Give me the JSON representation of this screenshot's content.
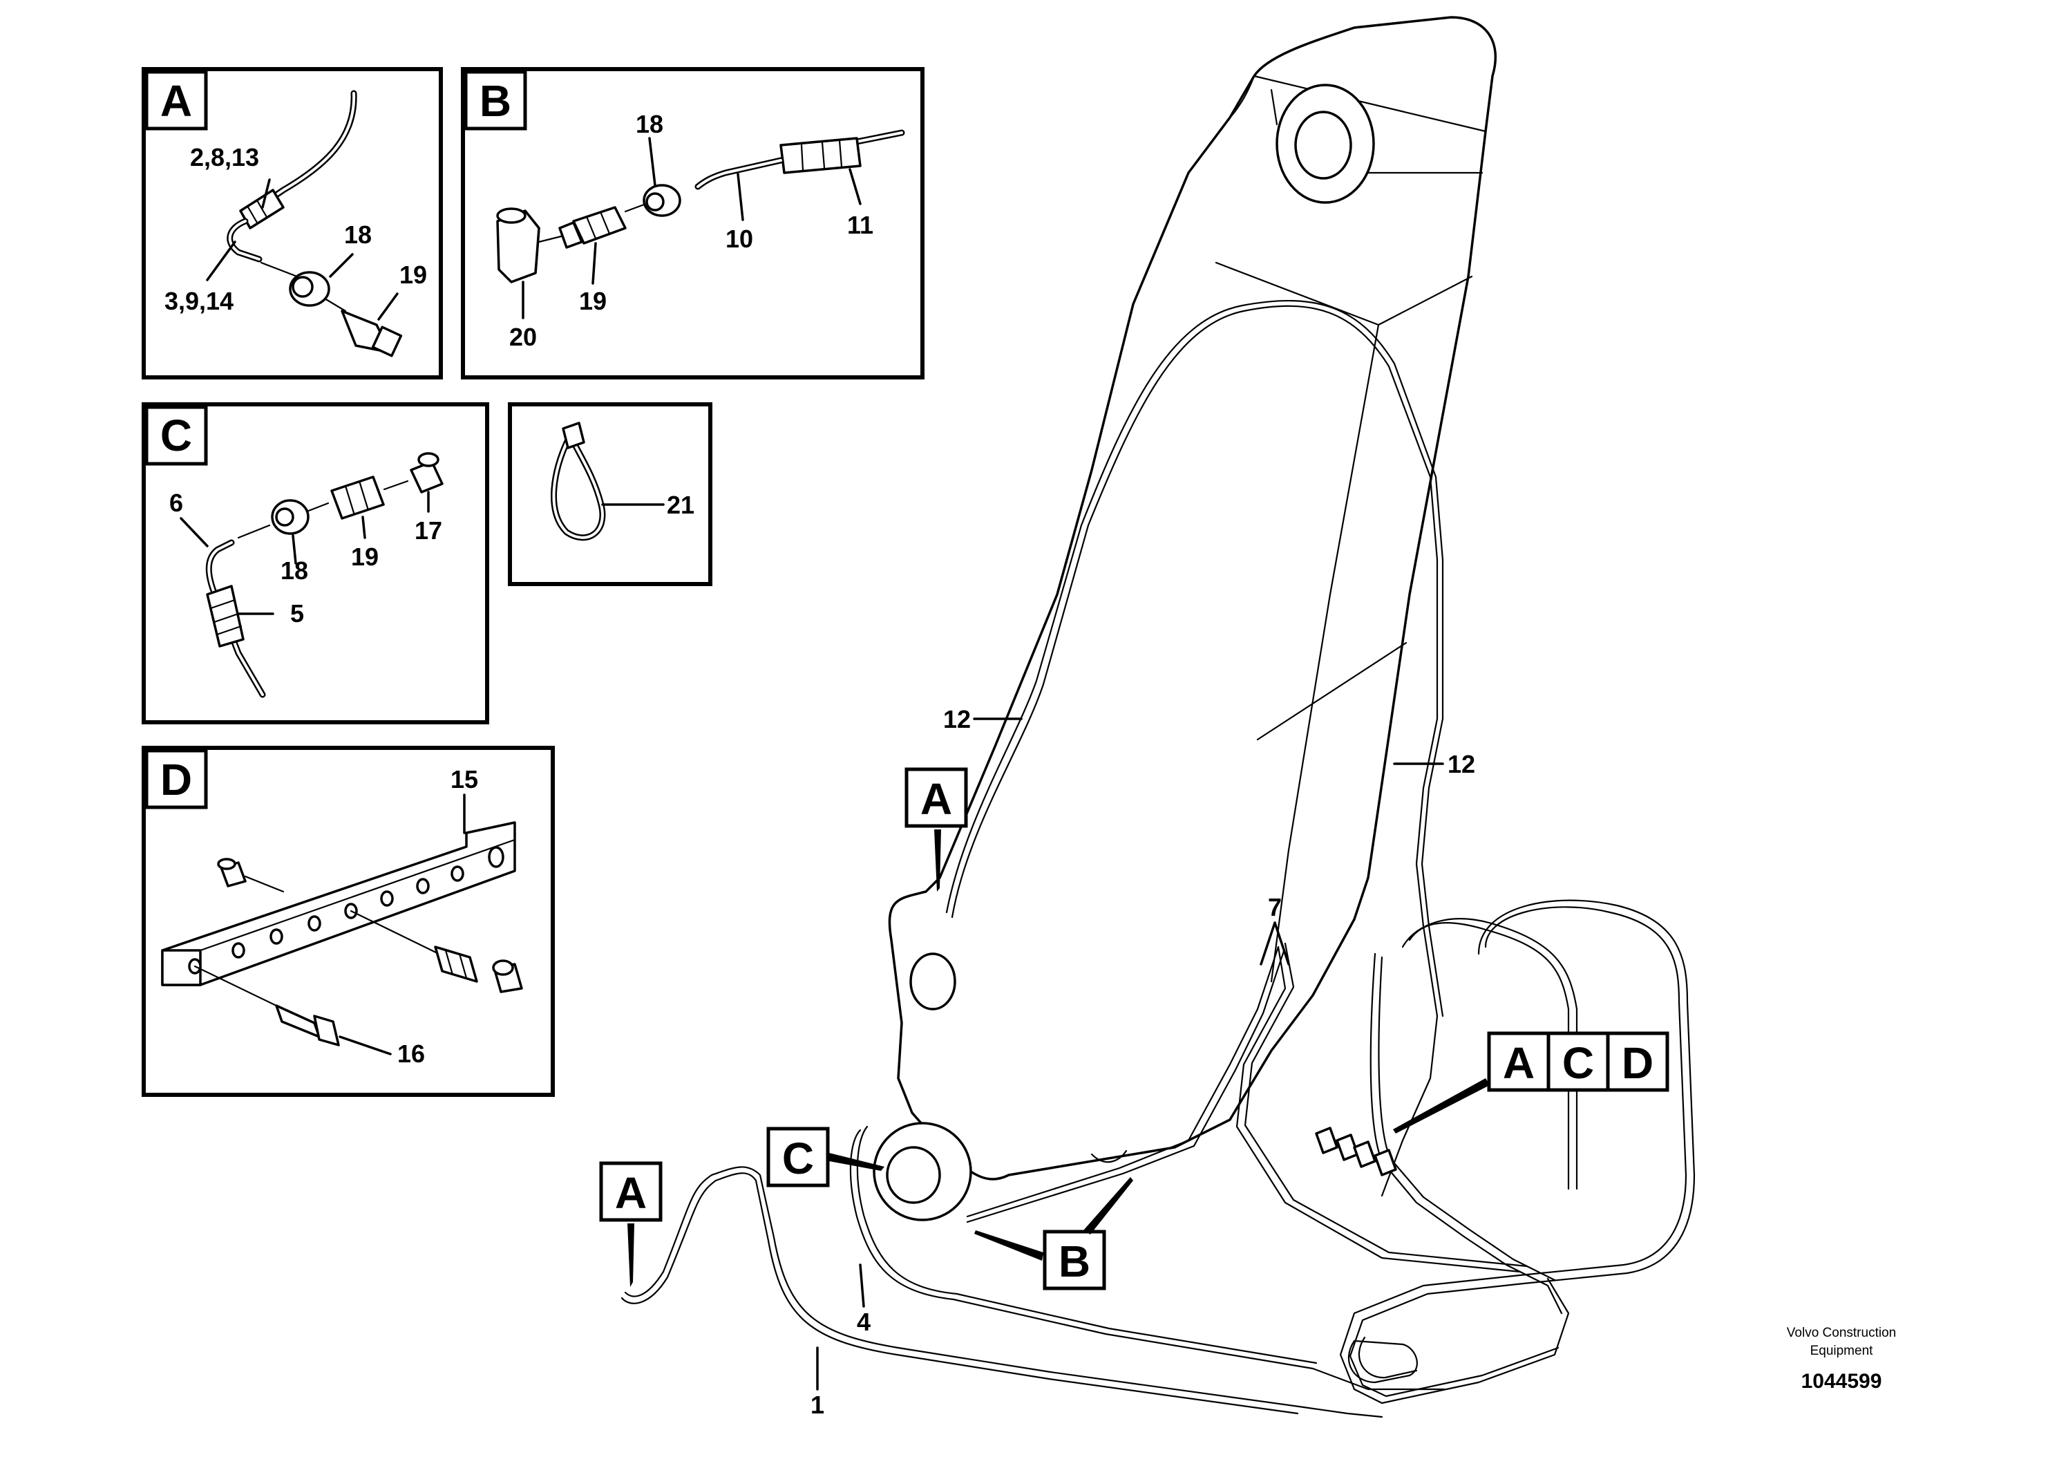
{
  "detail_views": {
    "A": {
      "letter": "A",
      "callouts": [
        "2,8,13",
        "3,9,14",
        "18",
        "19"
      ]
    },
    "B": {
      "letter": "B",
      "callouts": [
        "18",
        "11",
        "10",
        "19",
        "20"
      ]
    },
    "C": {
      "letter": "C",
      "callouts": [
        "6",
        "18",
        "19",
        "17",
        "5"
      ]
    },
    "tie": {
      "callouts": [
        "21"
      ]
    },
    "D": {
      "letter": "D",
      "callouts": [
        "15",
        "16"
      ]
    }
  },
  "main_view": {
    "callouts": {
      "boom_hose_left": "12",
      "boom_hose_right": "12",
      "hose_pair": "7",
      "hose_4": "4",
      "hose_1": "1"
    },
    "tags": {
      "a_upper": "A",
      "a_lower": "A",
      "c_pivot": "C",
      "b_bottom": "B",
      "group_a": "A",
      "group_c": "C",
      "group_d": "D"
    }
  },
  "credit": {
    "line1": "Volvo Construction",
    "line2": "Equipment",
    "doc_number": "1044599"
  }
}
